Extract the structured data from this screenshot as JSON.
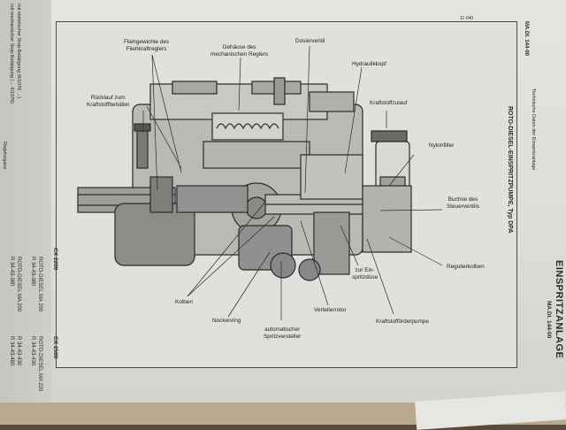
{
  "labels": {
    "fliehgewichte": [
      "Fliehgewichte des",
      "Fliehkraftreglers"
    ],
    "gehaeuse": [
      "Gehäuse des",
      "mechanischen Reglers"
    ],
    "dosierventil": [
      "Dosierventil"
    ],
    "hydraulikkopf": [
      "Hydraulikkopf"
    ],
    "ruecklauf": [
      "Rücklauf zum",
      "Kraftstoffbehälter"
    ],
    "kraftstoffzulauf": [
      "Kraftstoffzulauf"
    ],
    "nylonfilter": [
      "Nylonfilter"
    ],
    "buchse": [
      "Buchse des",
      "Steuerventils"
    ],
    "regulierkolben": [
      "Regulierkolben"
    ],
    "einspritzduese": [
      "zur Ein-",
      "spritzdüse"
    ],
    "kraftstofffoerderpumpe": [
      "Kraftstofförderpumpe"
    ],
    "verteilerrotor": [
      "Verteilerrotor"
    ],
    "spritzversteller": [
      "automatischer",
      "Spritzversteller"
    ],
    "nockenring": [
      "Nockenring"
    ],
    "kolben": [
      "Kolben"
    ]
  },
  "right_margin": {
    "title": "ROTO-DIESEL-EINSPRITZPUMPE, Typ DPA",
    "section": "EINSPRITZANLAGE",
    "code": "MA.DI. 144-00",
    "ref": "MA.DI. 144-00",
    "sub": "Technische Daten der Einspritzanlage"
  },
  "left_margin": {
    "line1": "Regelorgane",
    "line2": "mit mechanischer Stop-Betätigung (→ 6/1976)",
    "line3": "mit elektrischer Stop-Betätigung (6/1976 →)",
    "cx2200": "CX 2200",
    "rd1": "ROTO-DIESEL MA 200",
    "rd1b": "R 34-43-380",
    "rd2": "ROTO-DIESEL MA 200",
    "rd2b": "R 34-43-380",
    "cx2500": "CX 2500",
    "rd3": "ROTO-DIESEL MA 220",
    "rd3b": "R 34-43-430",
    "rd4": "R 34-43-430",
    "rd5": "R 34-43-480"
  },
  "page_num": "11-040"
}
